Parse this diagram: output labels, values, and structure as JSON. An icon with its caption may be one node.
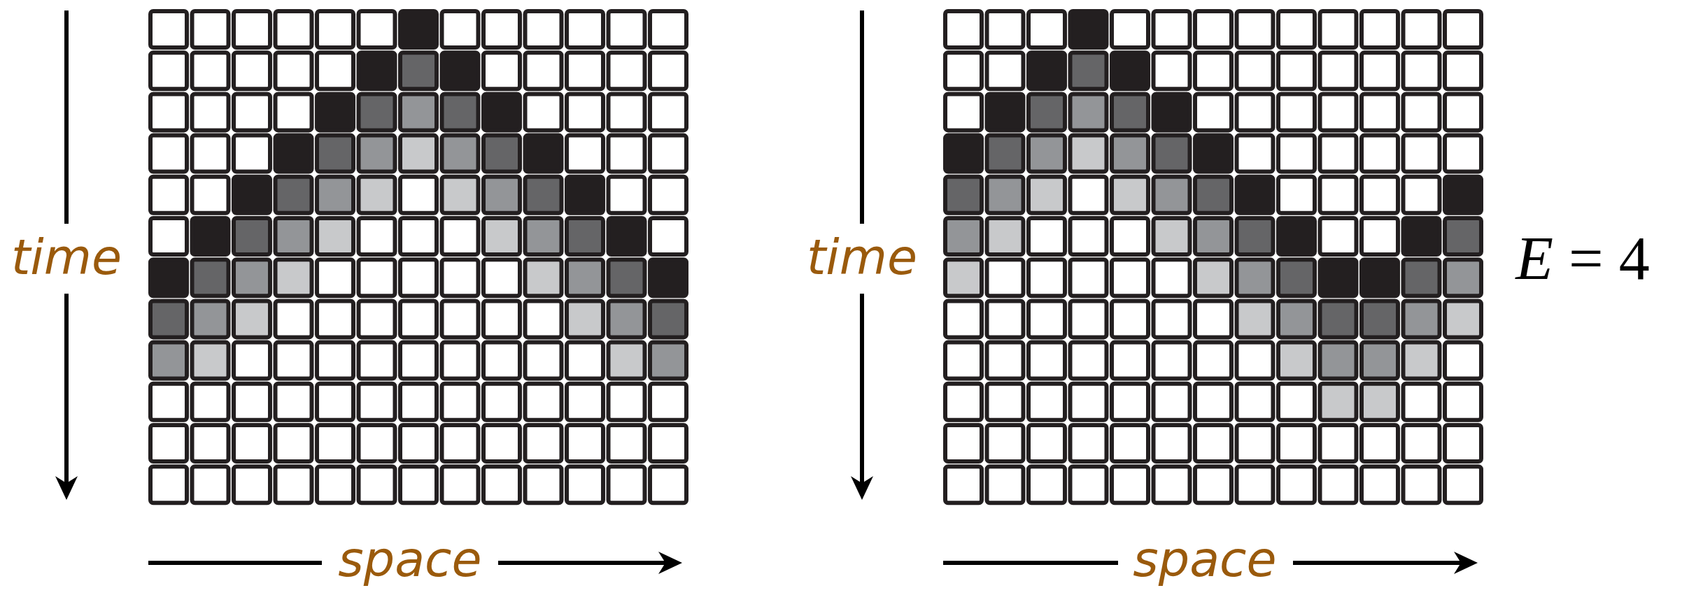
{
  "diagram": {
    "labels": [
      "time",
      "time",
      "*E* = 4",
      "space",
      "space"
    ]
  }
}
